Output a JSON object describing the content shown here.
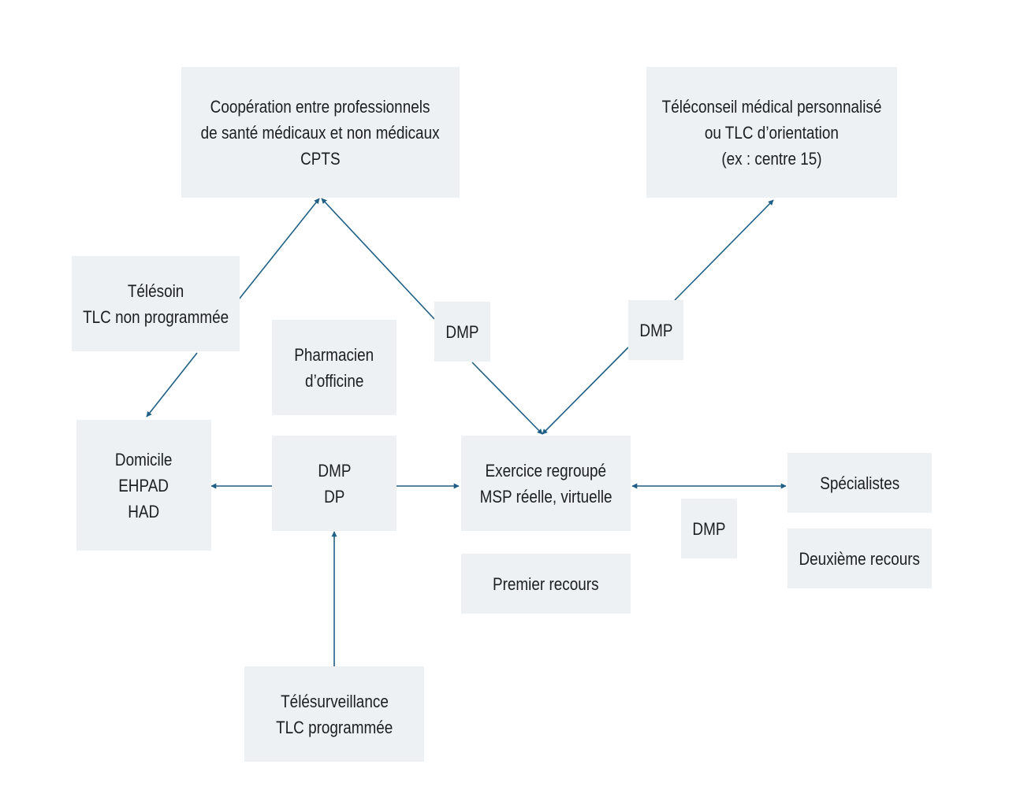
{
  "colors": {
    "box_fill": "#eef1f4",
    "arrow": "#1f5f86",
    "text": "#1b1e22"
  },
  "nodes": {
    "cooperation": {
      "line1": "Coopération entre professionnels",
      "line2": "de santé médicaux et non médicaux",
      "line3": "CPTS"
    },
    "teleconseil": {
      "line1": "Téléconseil médical personnalisé",
      "line2": "ou TLC d’orientation",
      "line3": "(ex : centre 15)"
    },
    "telesoin": {
      "line1": "Télésoin",
      "line2": "TLC non programmée"
    },
    "pharmacien": {
      "line1": "Pharmacien",
      "line2": "d’officine"
    },
    "dmp_left": {
      "line1": "DMP"
    },
    "dmp_right": {
      "line1": "DMP"
    },
    "domicile": {
      "line1": "Domicile",
      "line2": "EHPAD",
      "line3": "HAD"
    },
    "dmp_dp": {
      "line1": "DMP",
      "line2": "DP"
    },
    "exercice": {
      "line1": "Exercice regroupé",
      "line2": "MSP réelle, virtuelle"
    },
    "specialistes": {
      "line1": "Spécialistes"
    },
    "dmp_bottom": {
      "line1": "DMP"
    },
    "deuxieme": {
      "line1": "Deuxième recours"
    },
    "premier": {
      "line1": "Premier recours"
    },
    "telesurveillance": {
      "line1": "Télésurveillance",
      "line2": "TLC programmée"
    }
  }
}
